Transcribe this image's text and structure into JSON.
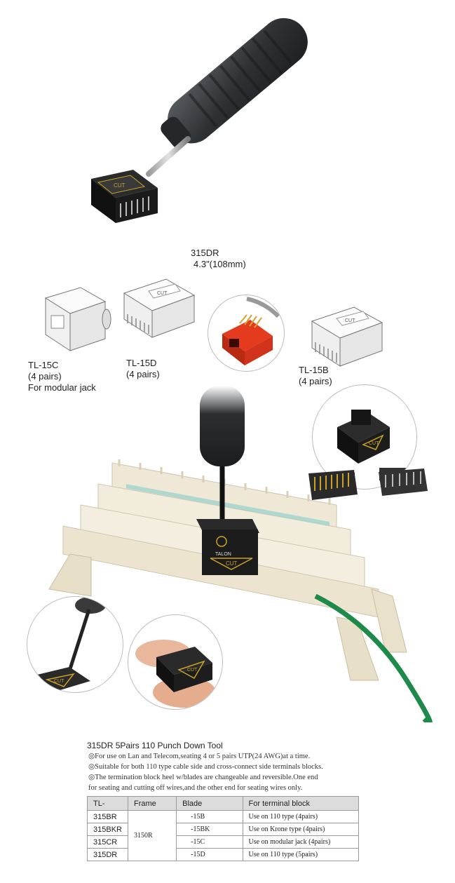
{
  "hero": {
    "model": "315DR",
    "length": "4.3\"(108mm)"
  },
  "blades": [
    {
      "name": "TL-15C",
      "pairs": "(4 pairs)",
      "note": "For modular jack"
    },
    {
      "name": "TL-15D",
      "pairs": "(4 pairs)"
    },
    {
      "name": "TL-15B",
      "pairs": "(4 pairs)"
    }
  ],
  "brand": {
    "logo": "TALON",
    "cut": "CUT"
  },
  "description": {
    "title": "315DR 5Pairs 110 Punch Down Tool",
    "bullets": [
      "◎For use on Lan and Telecom,seating 4 or 5 pairs UTP(24 AWG)at a time.",
      "◎Suitable for both 110 type cable side and cross-connect side terminals blocks.",
      "◎The termination block heel w/blades are changeable and reversible.One end",
      "for seating and cutting off wires,and the other end for seating wires only."
    ]
  },
  "table": {
    "headers": [
      "TL-",
      "Frame",
      "Blade",
      "For terminal block"
    ],
    "frame": "3150R",
    "rows": [
      {
        "model": "315BR",
        "blade": "-15B",
        "use": "Use on 110 type (4pairs)"
      },
      {
        "model": "315BKR",
        "blade": "-15BK",
        "use": "Use on Krone type (4pairs)"
      },
      {
        "model": "315CR",
        "blade": "-15C",
        "use": "Use on modular jack (4pairs)"
      },
      {
        "model": "315DR",
        "blade": "-15D",
        "use": "Use on 110 type (5pairs)"
      }
    ]
  },
  "colors": {
    "handle": "#3a3d40",
    "head": "#1c1c1c",
    "gold": "#c9a227",
    "panel": "#efe8d6",
    "cable": "#1e8a4a"
  }
}
